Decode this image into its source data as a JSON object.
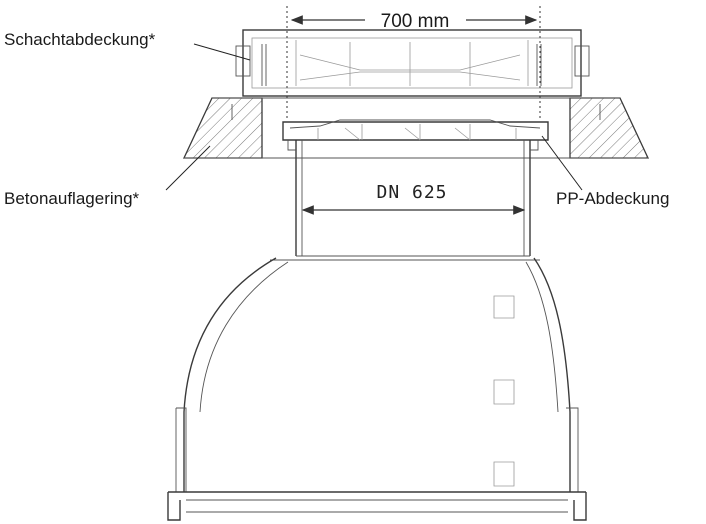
{
  "labels": {
    "cover": "Schachtabdeckung*",
    "ring": "Betonauflagering*",
    "pp_cover": "PP-Abdeckung"
  },
  "dimensions": {
    "opening": "700 mm",
    "nominal": "DN 625"
  }
}
